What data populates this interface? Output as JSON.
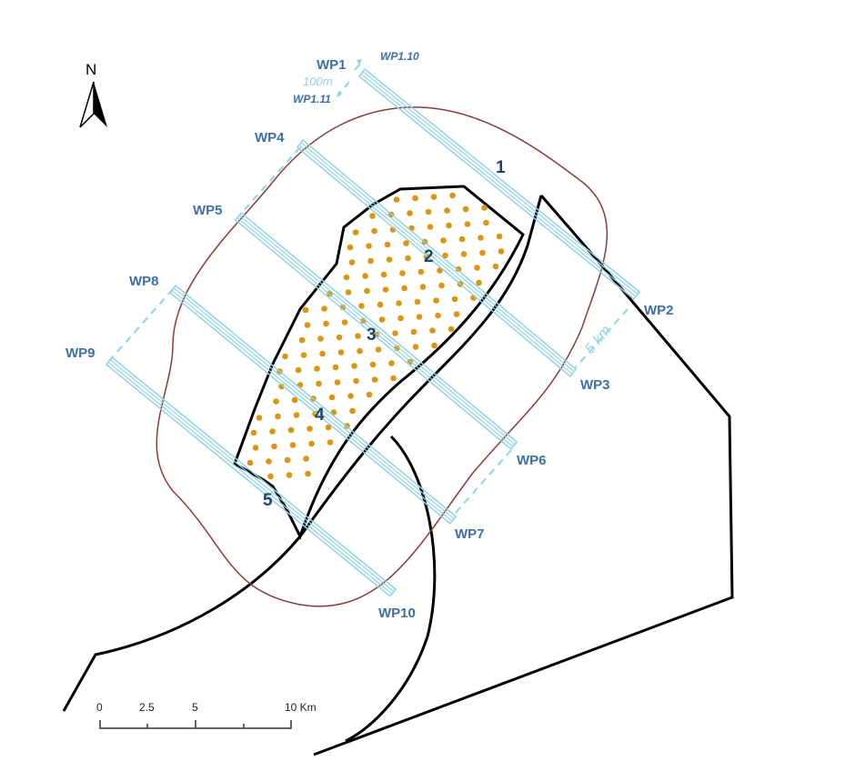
{
  "north_label": "N",
  "waypoints": {
    "wp1": "WP1",
    "wp2": "WP2",
    "wp3": "WP3",
    "wp4": "WP4",
    "wp5": "WP5",
    "wp6": "WP6",
    "wp7": "WP7",
    "wp8": "WP8",
    "wp9": "WP9",
    "wp10": "WP10",
    "wp1_10": "WP1.10",
    "wp1_11": "WP1.11"
  },
  "spacing_labels": {
    "small": "100m",
    "large": "5 km"
  },
  "transect_numbers": [
    "1",
    "2",
    "3",
    "4",
    "5"
  ],
  "scale_bar": {
    "ticks": [
      "0",
      "2.5",
      "5",
      "10 Km"
    ]
  },
  "colors": {
    "transect": "#8fd3e6",
    "buffer": "#8b3a3a",
    "dots": "#d9960f",
    "labels": "#3d6fa8"
  }
}
